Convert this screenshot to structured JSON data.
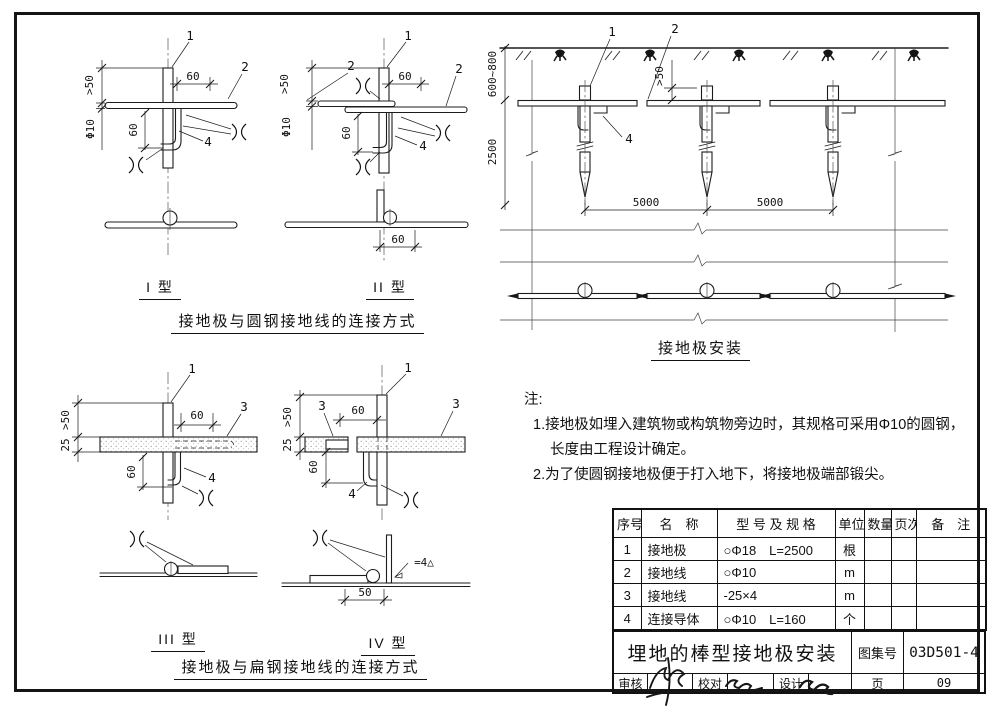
{
  "drawing": {
    "captions": {
      "type_i": "I 型",
      "type_ii": "II 型",
      "type_iii": "III 型",
      "type_iv": "IV 型",
      "round_conn": "接地极与圆钢接地线的连接方式",
      "flat_conn": "接地极与扁钢接地线的连接方式",
      "install": "接地极安装"
    },
    "part_labels": {
      "p1": "1",
      "p2": "2",
      "p3": "3",
      "p4": "4"
    },
    "dims": {
      "d60": "60",
      "d50": "50",
      "gt50": ">50",
      "phi10": "Φ10",
      "d25": "25",
      "depth": "600~800",
      "rod_len": "2500",
      "spacing": "5000",
      "weld_size": "=4△"
    }
  },
  "notes": {
    "label": "注:",
    "line1": "1.接地极如埋入建筑物或构筑物旁边时，其规格可采用Φ10的圆钢，",
    "line2": "长度由工程设计确定。",
    "line3": "2.为了使圆钢接地极便于打入地下，将接地极端部锻尖。"
  },
  "table": {
    "headers": {
      "no": "序号",
      "name": "名　称",
      "spec": "型 号 及 规 格",
      "unit": "单位",
      "qty": "数量",
      "page": "页次",
      "remark": "备　注"
    },
    "rows": [
      {
        "no": "1",
        "name": "接地极",
        "spec": "○Φ18　L=2500",
        "unit": "根",
        "qty": "",
        "page": "",
        "remark": ""
      },
      {
        "no": "2",
        "name": "接地线",
        "spec": "○Φ10",
        "unit": "m",
        "qty": "",
        "page": "",
        "remark": ""
      },
      {
        "no": "3",
        "name": "接地线",
        "spec": "-25×4",
        "unit": "m",
        "qty": "",
        "page": "",
        "remark": ""
      },
      {
        "no": "4",
        "name": "连接导体",
        "spec": "○Φ10　L=160",
        "unit": "个",
        "qty": "",
        "page": "",
        "remark": ""
      }
    ]
  },
  "titleblock": {
    "title": "埋地的棒型接地极安装",
    "atlas_label": "图集号",
    "atlas_no": "03D501-4",
    "page_label": "页",
    "page_no": "09",
    "reviewer_label": "审核",
    "checker_label": "校对",
    "designer_label": "设计"
  }
}
